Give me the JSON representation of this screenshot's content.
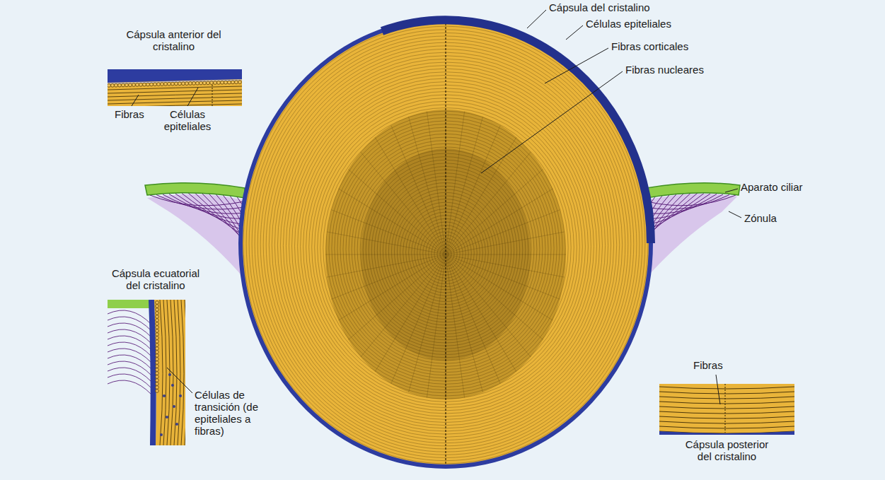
{
  "diagram": {
    "nodes": [
      {
        "text": [
          "Cápsula anterior del cristalino",
          "Fibras",
          "Células epiteliales"
        ]
      },
      {
        "text": [
          "Cápsula ecuatorial del cristalino",
          "Células de transición (de epiteliales a fibras)"
        ]
      },
      {
        "text": [
          "Fibras",
          "Cápsula posterior del cristalino"
        ]
      }
    ],
    "labels": [
      "Cápsula del cristalino",
      "Células epiteliales",
      "Fibras corticales",
      "Fibras nucleares",
      "Aparato ciliar",
      "Zónula"
    ]
  }
}
